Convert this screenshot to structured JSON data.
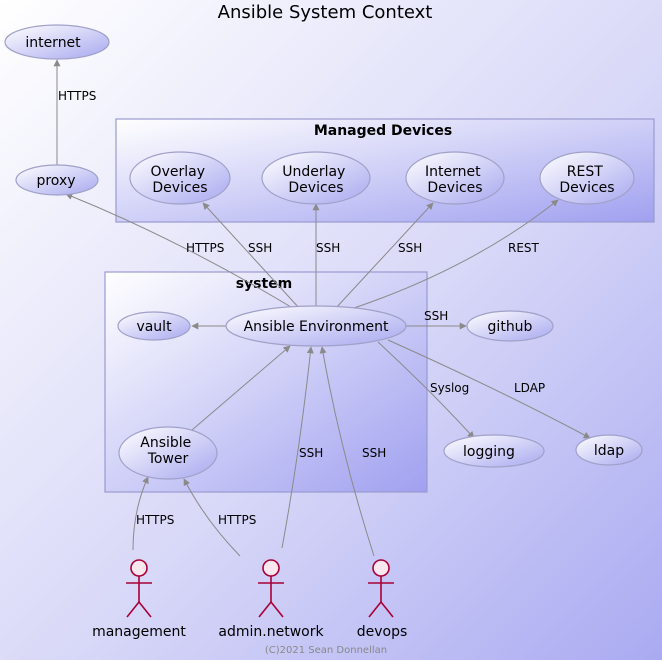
{
  "title": "Ansible System Context",
  "footer": "(C)2021 Sean Donnellan",
  "packages": {
    "managed_devices": "Managed Devices",
    "system": "system"
  },
  "nodes": {
    "internet": "internet",
    "proxy": "proxy",
    "overlay_devices": [
      "Overlay",
      "Devices"
    ],
    "underlay_devices": [
      "Underlay",
      "Devices"
    ],
    "internet_devices": [
      "Internet",
      "Devices"
    ],
    "rest_devices": [
      "REST",
      "Devices"
    ],
    "vault": "vault",
    "ansible_environment": "Ansible Environment",
    "github": "github",
    "ansible_tower": [
      "Ansible",
      "Tower"
    ],
    "logging": "logging",
    "ldap": "ldap"
  },
  "actors": {
    "management": "management",
    "admin_network": "admin.network",
    "devops": "devops"
  },
  "edge_labels": {
    "proxy_internet": "HTTPS",
    "env_proxy": "HTTPS",
    "env_overlay": "SSH",
    "env_underlay": "SSH",
    "env_internet_devices": "SSH",
    "env_rest": "REST",
    "env_github": "SSH",
    "env_logging": "Syslog",
    "env_ldap": "LDAP",
    "management_tower": "HTTPS",
    "admin_tower": "HTTPS",
    "admin_env": "SSH",
    "devops_env": "SSH"
  },
  "colors": {
    "node_fill_light": "#ffffff",
    "node_fill_dark": "#a8a8f0",
    "actor": "#a80036",
    "edge": "#8a8a8a"
  }
}
